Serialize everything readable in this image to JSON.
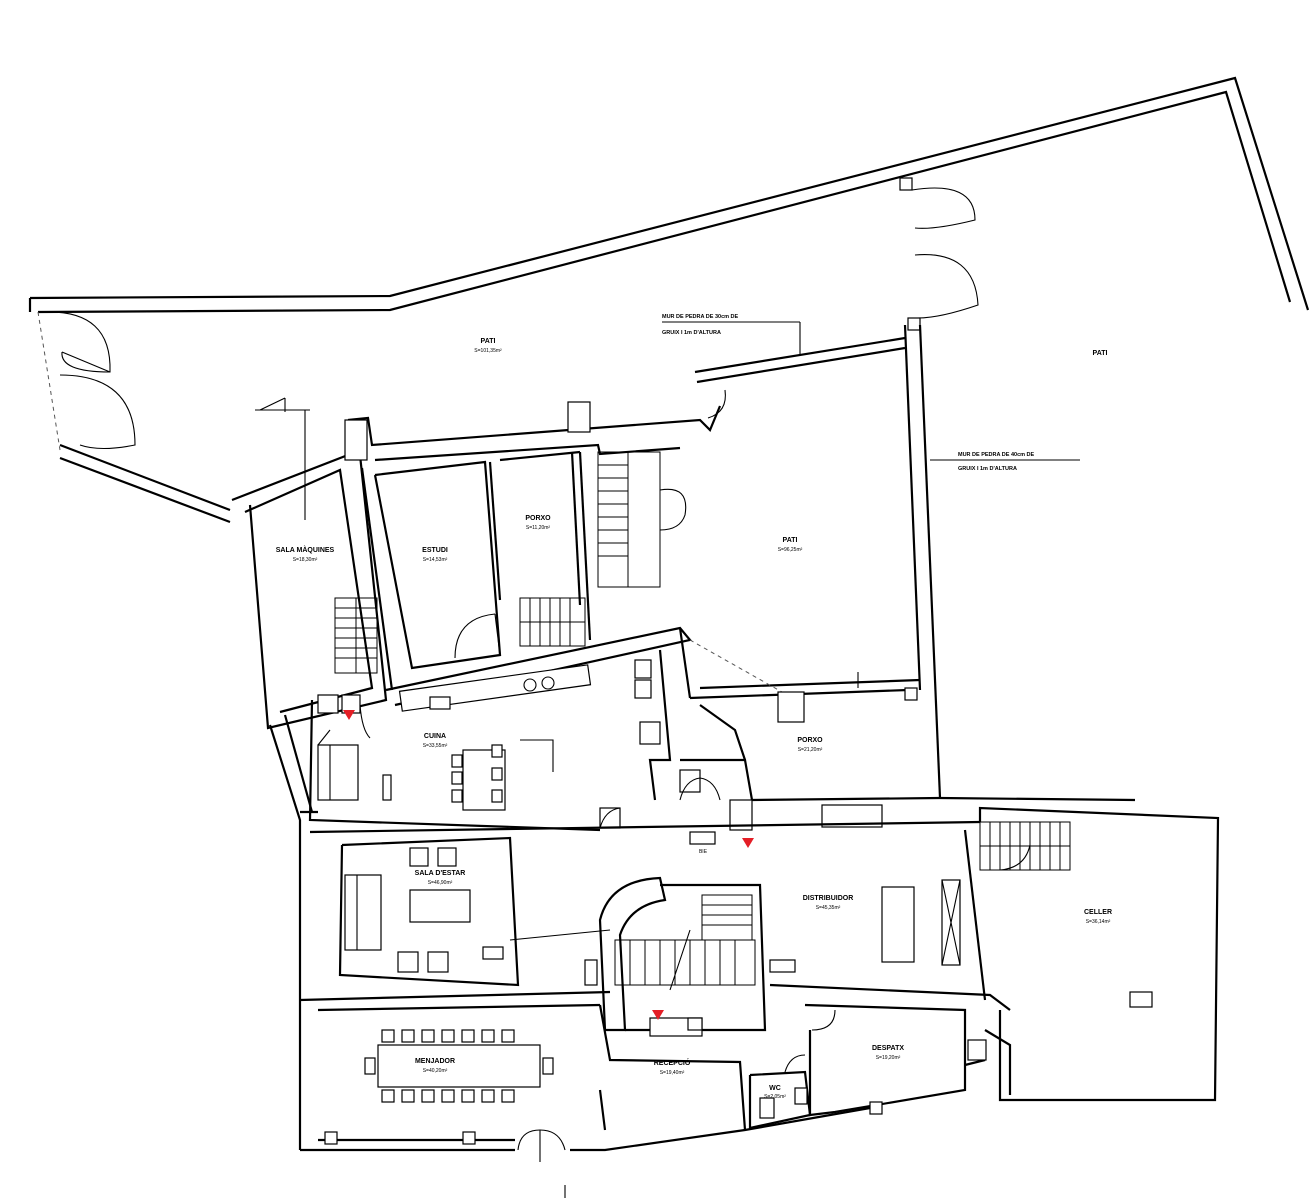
{
  "colors": {
    "walls": "#000000",
    "background": "#ffffff",
    "emergency_marker": "#e41e26"
  },
  "rooms": [
    {
      "name": "PATI",
      "area": "S=101,35m²"
    },
    {
      "name": "PATI",
      "area": ""
    },
    {
      "name": "SALA MÀQUINES",
      "area": "S=18,30m²"
    },
    {
      "name": "ESTUDI",
      "area": "S=14,53m²"
    },
    {
      "name": "PORXO",
      "area": "S=11,20m²"
    },
    {
      "name": "PATI",
      "area": "S=96,25m²"
    },
    {
      "name": "CUINA",
      "area": "S=33,55m²"
    },
    {
      "name": "PORXO",
      "area": "S=21,20m²"
    },
    {
      "name": "SALA D'ESTAR",
      "area": "S=46,90m²"
    },
    {
      "name": "DISTRIBUIDOR",
      "area": "S=45,35m²"
    },
    {
      "name": "CELLER",
      "area": "S=36,14m²"
    },
    {
      "name": "MENJADOR",
      "area": "S=40,20m²"
    },
    {
      "name": "RECEPCIÓ",
      "area": "S=19,40m²"
    },
    {
      "name": "DESPATX",
      "area": "S=19,20m²"
    },
    {
      "name": "WC",
      "area": "S=2,05m²"
    }
  ],
  "notes": [
    {
      "line1": "MUR DE PEDRA DE 30cm DE",
      "line2": "GRUIX I 1m D'ALTURA"
    },
    {
      "line1": "MUR DE PEDRA DE 40cm DE",
      "line2": "GRUIX I 1m D'ALTURA"
    }
  ],
  "fixture_label": "BIE"
}
